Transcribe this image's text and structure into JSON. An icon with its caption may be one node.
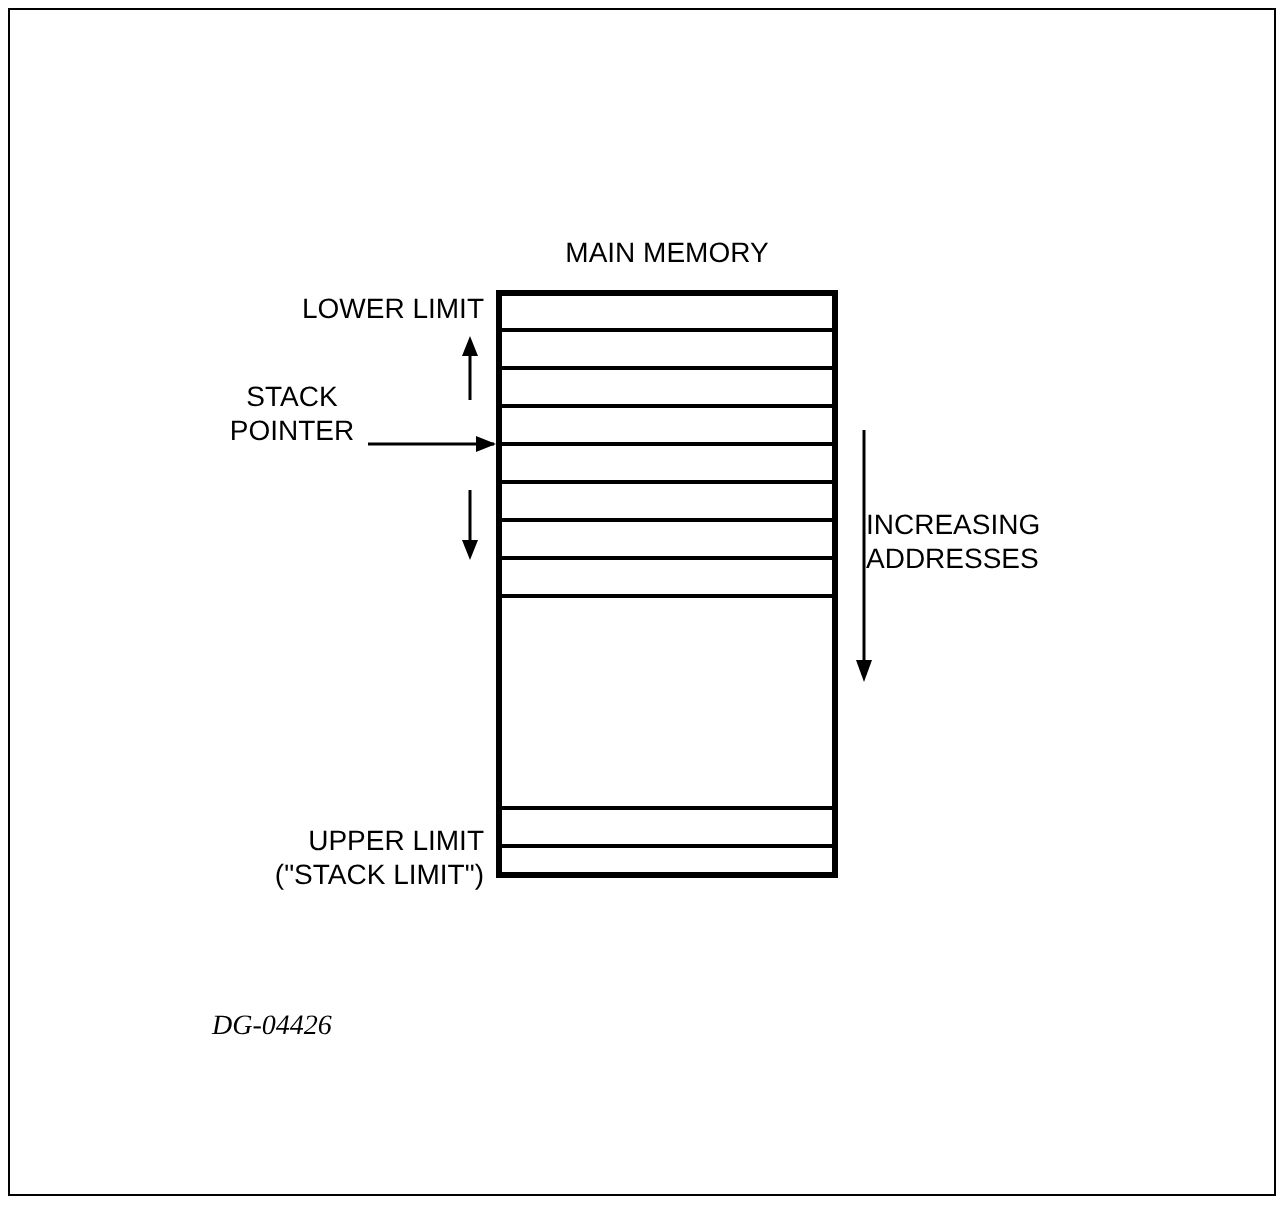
{
  "diagram": {
    "nodes": [
      {
        "text": [
          "MAIN MEMORY"
        ]
      },
      {
        "text": [
          "STACK POINTER"
        ]
      }
    ],
    "edges": [
      {
        "from": 1,
        "to": 0,
        "arrow": "to"
      }
    ],
    "labels": [
      "LOWER LIMIT",
      "INCREASING ADDRESSES",
      "UPPER LIMIT",
      "(\"STACK LIMIT\")",
      "DG-04426"
    ]
  }
}
